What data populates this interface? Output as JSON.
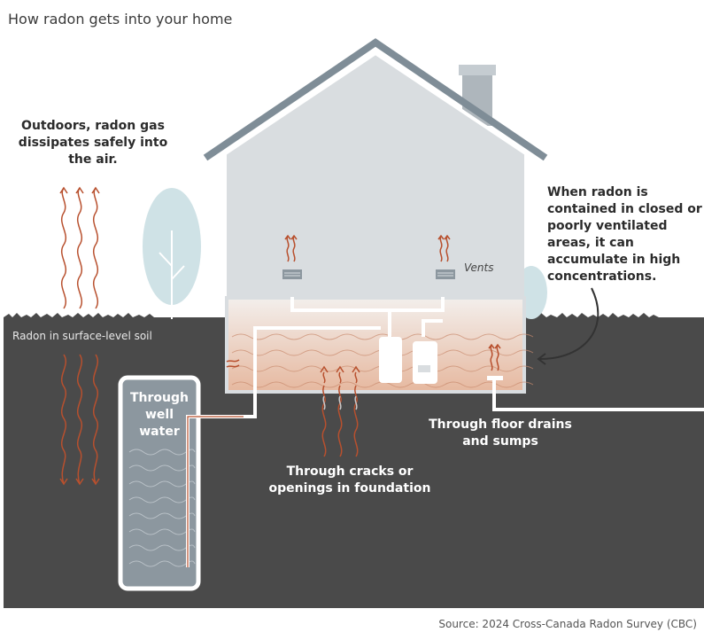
{
  "title": "How radon gets into your home",
  "labels": {
    "outdoors": "Outdoors, radon gas dissipates safely into the air.",
    "accumulate": "When radon is contained in closed or poorly ventilated areas, it can accumulate in high concentrations.",
    "vents": "Vents",
    "soil": "Radon in surface-level soil",
    "well": "Through well water",
    "cracks": "Through cracks or openings in foundation",
    "drains": "Through floor drains and sumps"
  },
  "source": "Source: 2024 Cross-Canada Radon Survey (CBC)",
  "colors": {
    "soil": "#4a4a4a",
    "house_wall": "#d9dde0",
    "roof": "#7f8d97",
    "radon": "#b8502e",
    "tree": "#cfe2e6",
    "basement_glow": "#e7b9a0"
  }
}
